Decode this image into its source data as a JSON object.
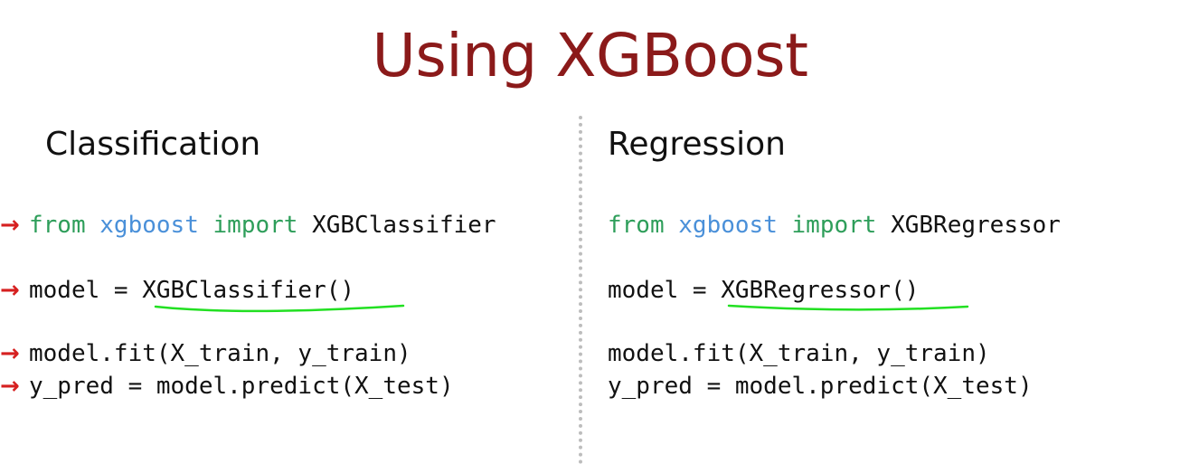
{
  "title": "Using XGBoost",
  "left": {
    "heading": "Classification",
    "import_from": "from",
    "import_module": "xgboost",
    "import_kw": "import",
    "import_class": "XGBClassifier",
    "model_prefix": "model = ",
    "model_call": "XGBClassifier()",
    "fit_line": "model.fit(X_train, y_train)",
    "predict_line": "y_pred = model.predict(X_test)",
    "arrow_glyph": "→"
  },
  "right": {
    "heading": "Regression",
    "import_from": "from",
    "import_module": "xgboost",
    "import_kw": "import",
    "import_class": "XGBRegressor",
    "model_prefix": "model = ",
    "model_call": "XGBRegressor()",
    "fit_line": "model.fit(X_train, y_train)",
    "predict_line": "y_pred = model.predict(X_test)"
  },
  "colors": {
    "title": "#8b1a1a",
    "keyword": "#2e9e5a",
    "module": "#4a90d9",
    "annotation_arrow": "#d62020",
    "annotation_underline": "#22e022"
  }
}
